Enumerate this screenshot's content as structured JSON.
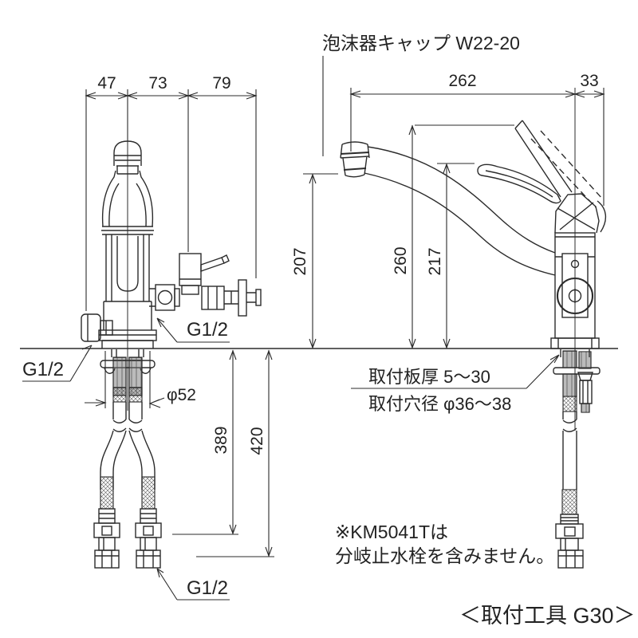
{
  "labels": {
    "aerator_cap": "泡沫器キャップ W22-20",
    "g_half": "G1/2",
    "phi52": "φ52",
    "plate_thickness": "取付板厚 5〜30",
    "hole_diameter": "取付穴径 φ36〜38",
    "note_line1": "※KM5041Tは",
    "note_line2": "分岐止水栓を含みません。",
    "tool": "＜取付工具 G30＞"
  },
  "dimensions": {
    "w47": "47",
    "w73": "73",
    "w79": "79",
    "w262": "262",
    "w33": "33",
    "h207": "207",
    "h260": "260",
    "h217": "217",
    "h389": "389",
    "h420": "420"
  },
  "colors": {
    "line": "#2b2b2b",
    "background": "#ffffff"
  }
}
